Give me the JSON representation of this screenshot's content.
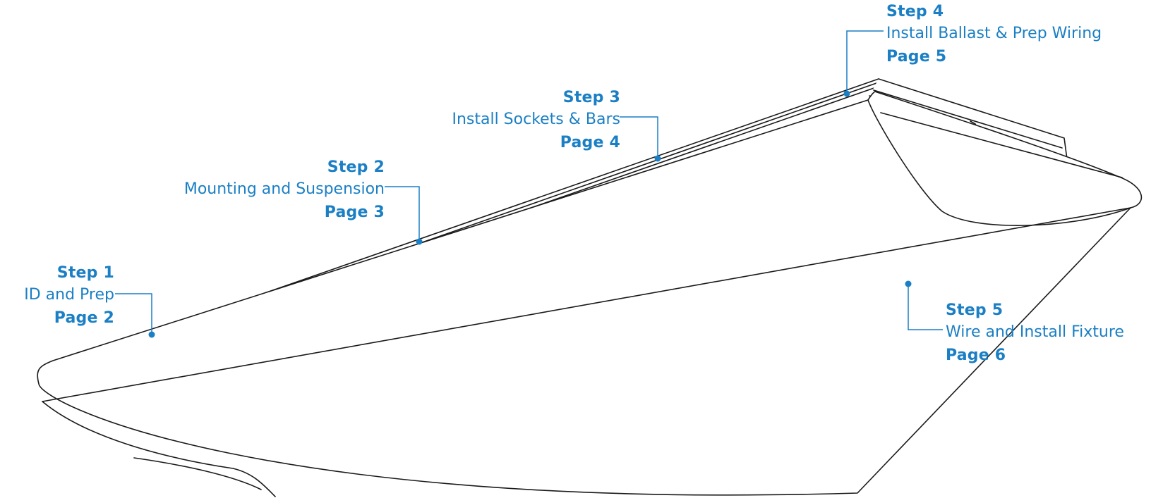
{
  "accent_color": "#1a7fc4",
  "outline_color": "#1a1a1a",
  "steps": [
    {
      "step": "Step 1",
      "desc": "ID and Prep",
      "page": "Page 2"
    },
    {
      "step": "Step 2",
      "desc": "Mounting and Suspension",
      "page": "Page 3"
    },
    {
      "step": "Step 3",
      "desc": "Install Sockets & Bars",
      "page": "Page 4"
    },
    {
      "step": "Step 4",
      "desc": "Install Ballast & Prep Wiring",
      "page": "Page 5"
    },
    {
      "step": "Step 5",
      "desc": "Wire and Install Fixture",
      "page": "Page 6"
    }
  ]
}
